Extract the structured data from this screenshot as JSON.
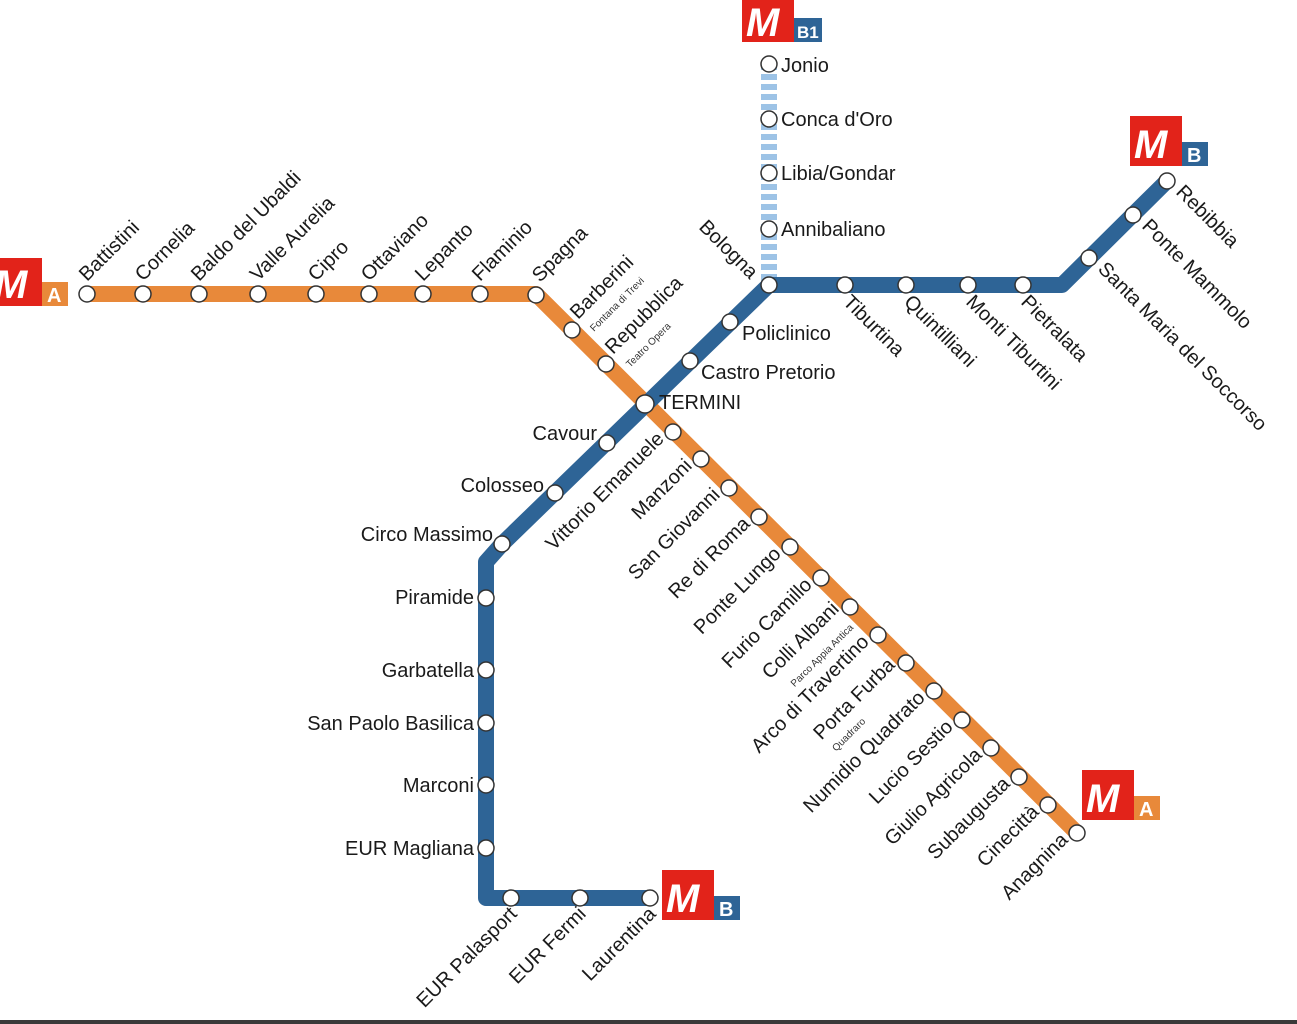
{
  "colors": {
    "line_a": "#E8893A",
    "line_b": "#2E6496",
    "line_b1": "#9DC3E6",
    "logo_red": "#E2231A",
    "logo_orange": "#E8893A",
    "logo_blue": "#2E6496"
  },
  "logos": {
    "a_west": {
      "m": "M",
      "letter": "A"
    },
    "a_east": {
      "m": "M",
      "letter": "A"
    },
    "b_north": {
      "m": "M",
      "letter": "B"
    },
    "b_south": {
      "m": "M",
      "letter": "B"
    },
    "b1": {
      "m": "M",
      "letter": "B1"
    }
  },
  "stations": {
    "battistini": "Battistini",
    "cornelia": "Cornelia",
    "baldo": "Baldo del Ubaldi",
    "valle_aurelia": "Valle Aurelia",
    "cipro": "Cipro",
    "ottaviano": "Ottaviano",
    "lepanto": "Lepanto",
    "flaminio": "Flaminio",
    "spagna": "Spagna",
    "barberini": "Barberini",
    "barberini_sub": "Fontana di Trevi",
    "repubblica": "Repubblica",
    "repubblica_sub": "Teatro Opera",
    "termini": "TERMINI",
    "vittorio": "Vittorio Emanuele",
    "manzoni": "Manzoni",
    "san_giovanni": "San Giovanni",
    "re_di_roma": "Re di Roma",
    "ponte_lungo": "Ponte Lungo",
    "furio_camillo": "Furio Camillo",
    "colli_albani": "Colli Albani",
    "colli_albani_sub": "Parco Appia Antica",
    "arco": "Arco di Travertino",
    "porta_furba": "Porta Furba",
    "porta_furba_sub": "Quadraro",
    "numidio": "Numidio Quadrato",
    "lucio_sestio": "Lucio Sestio",
    "giulio_agricola": "Giulio Agricola",
    "subaugusta": "Subaugusta",
    "cinecitta": "Cinecittà",
    "anagnina": "Anagnina",
    "jonio": "Jonio",
    "conca_doro": "Conca d'Oro",
    "libia": "Libia/Gondar",
    "annibaliano": "Annibaliano",
    "bologna": "Bologna",
    "tiburtina": "Tiburtina",
    "quintiliani": "Quintilliani",
    "monti_tiburtini": "Monti Tiburtini",
    "pietralata": "Pietralata",
    "santa_maria": "Santa Maria del Soccorso",
    "ponte_mammolo": "Ponte Mammolo",
    "rebibbia": "Rebibbia",
    "policlinico": "Policlinico",
    "castro_pretorio": "Castro Pretorio",
    "cavour": "Cavour",
    "colosseo": "Colosseo",
    "circo_massimo": "Circo Massimo",
    "piramide": "Piramide",
    "garbatella": "Garbatella",
    "san_paolo": "San Paolo Basilica",
    "marconi": "Marconi",
    "eur_magliana": "EUR Magliana",
    "eur_palasport": "EUR Palasport",
    "eur_fermi": "EUR Fermi",
    "laurentina": "Laurentina"
  }
}
